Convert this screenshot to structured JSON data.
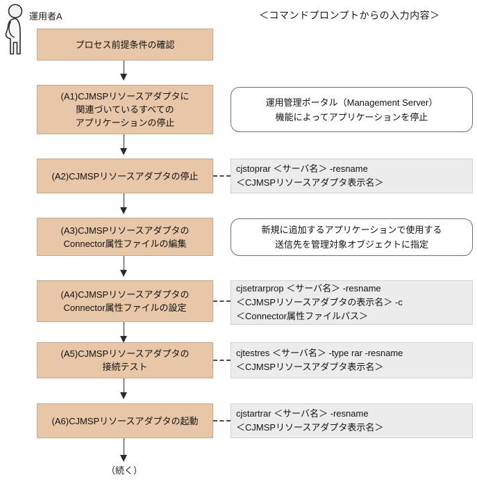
{
  "header": {
    "actor_label": "運用者A",
    "column_title": "＜コマンドプロンプトからの入力内容＞",
    "actor_icon": "person-side-profile-icon"
  },
  "colors": {
    "process_fill": "#e8c6a8",
    "process_border": "#caa384",
    "command_fill": "#ececec",
    "command_border": "#d2d2d2",
    "note_border": "#6e6e6e",
    "connector": "#2a2a2a",
    "page_background": "#ffffff"
  },
  "flow": {
    "steps": [
      {
        "id": "start",
        "box_lines": [
          "プロセス前提条件の確認"
        ],
        "annotation": null
      },
      {
        "id": "a1",
        "box_lines": [
          "(A1)CJMSPリソースアダプタに",
          "関連づいているすべての",
          "アプリケーションの停止"
        ],
        "annotation": {
          "kind": "note",
          "connector": false,
          "lines": [
            "運用管理ポータル（Management Server）",
            "機能によってアプリケーションを停止"
          ]
        }
      },
      {
        "id": "a2",
        "box_lines": [
          "(A2)CJMSPリソースアダプタの停止"
        ],
        "annotation": {
          "kind": "command",
          "connector": true,
          "lines": [
            "cjstoprar ＜サーバ名＞ -resname",
            "＜CJMSPリソースアダプタ表示名＞"
          ]
        }
      },
      {
        "id": "a3",
        "box_lines": [
          "(A3)CJMSPリソースアダプタの",
          "Connector属性ファイルの編集"
        ],
        "annotation": {
          "kind": "note",
          "connector": false,
          "lines": [
            "新規に追加するアプリケーションで使用する",
            "送信先を管理対象オブジェクトに指定"
          ]
        }
      },
      {
        "id": "a4",
        "box_lines": [
          "(A4)CJMSPリソースアダプタの",
          "Connector属性ファイルの設定"
        ],
        "annotation": {
          "kind": "command",
          "connector": true,
          "lines": [
            "cjsetrarprop ＜サーバ名＞ -resname",
            "＜CJMSPリソースアダプタの表示名＞ -c",
            "＜Connector属性ファイルパス＞"
          ]
        }
      },
      {
        "id": "a5",
        "box_lines": [
          "(A5)CJMSPリソースアダプタの",
          "接続テスト"
        ],
        "annotation": {
          "kind": "command",
          "connector": true,
          "lines": [
            "cjtestres ＜サーバ名＞ -type rar -resname",
            "＜CJMSPリソースアダプタ表示名＞"
          ]
        }
      },
      {
        "id": "a6",
        "box_lines": [
          "(A6)CJMSPリソースアダプタの起動"
        ],
        "annotation": {
          "kind": "command",
          "connector": true,
          "lines": [
            "cjstartrar ＜サーバ名＞ -resname",
            "＜CJMSPリソースアダプタ表示名＞"
          ]
        }
      }
    ],
    "end_label": "（続く）"
  }
}
